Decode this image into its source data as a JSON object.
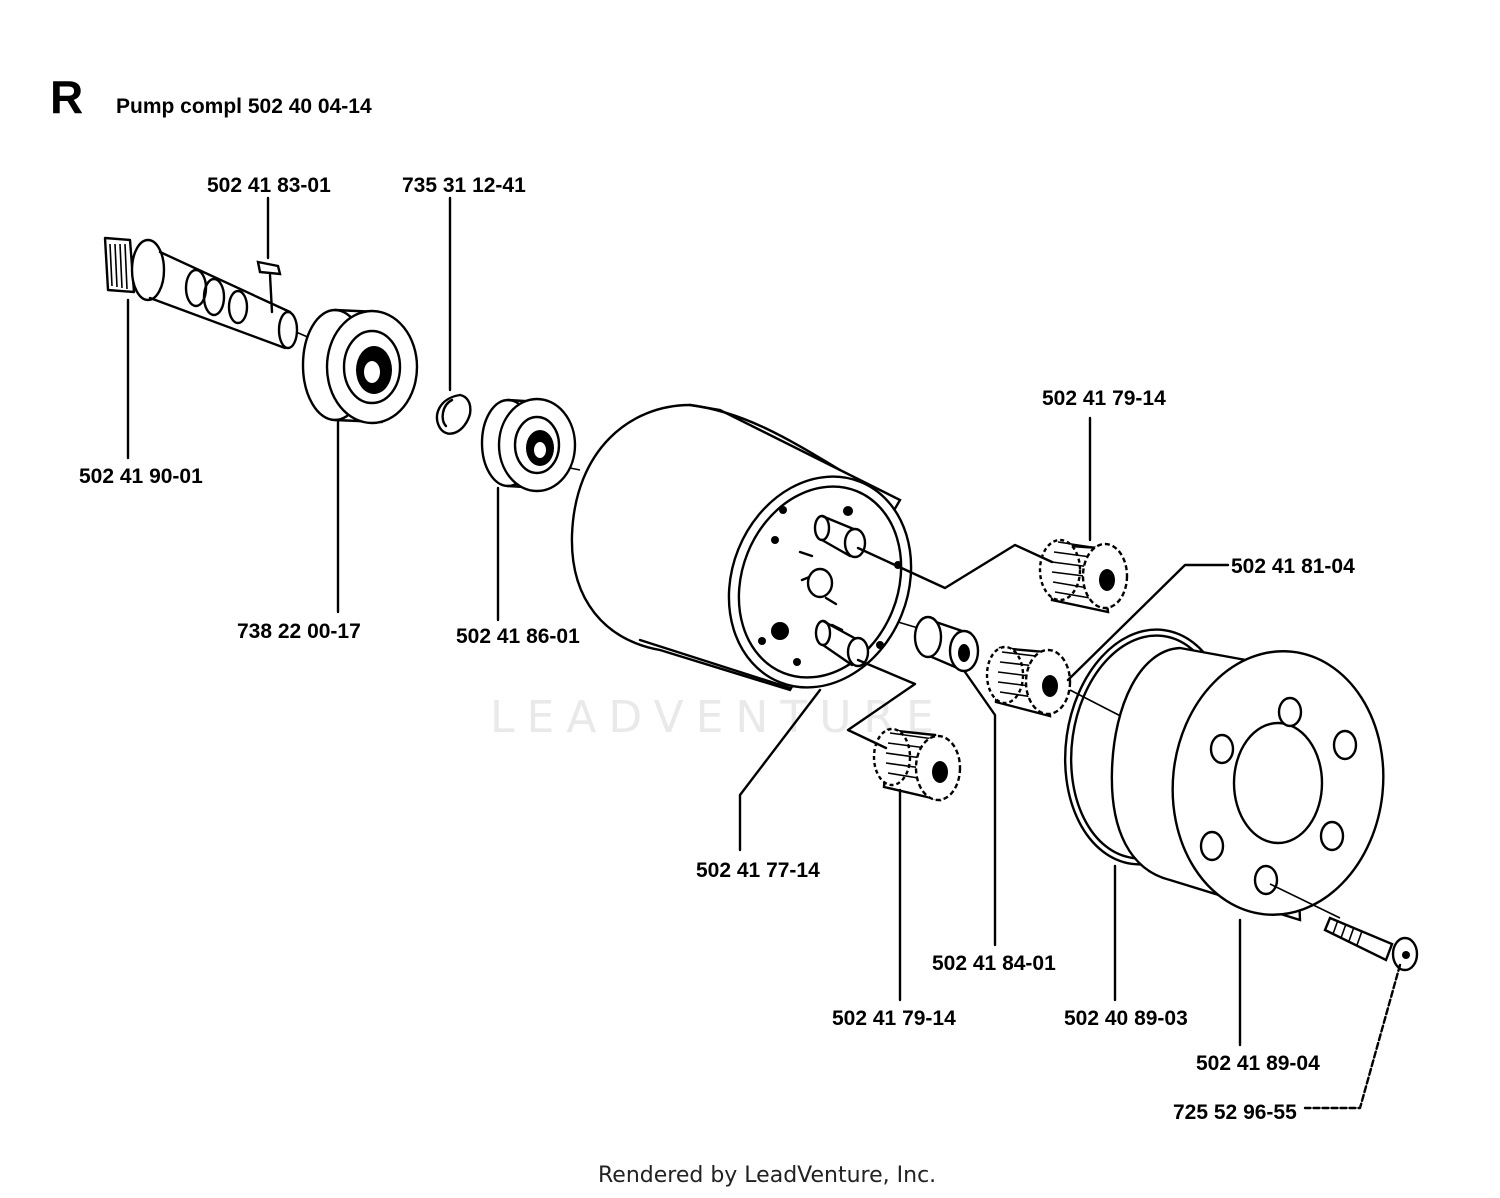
{
  "header": {
    "section_letter": "R",
    "title": "Pump  compl 502 40 04-14"
  },
  "watermark": "LEADVENTURE",
  "footer": "Rendered by LeadVenture, Inc.",
  "parts": [
    {
      "id": "shaft",
      "number": "502 41 90-01"
    },
    {
      "id": "key",
      "number": "502 41 83-01"
    },
    {
      "id": "ring",
      "number": "735 31 12-41"
    },
    {
      "id": "large-bearing",
      "number": "738 22 00-17"
    },
    {
      "id": "small-bearing",
      "number": "502 41 86-01"
    },
    {
      "id": "gear-upper",
      "number": "502 41 79-14"
    },
    {
      "id": "pump-housing",
      "number": "502 41 77-14"
    },
    {
      "id": "gear-center",
      "number": "502 41 81-04"
    },
    {
      "id": "bushing",
      "number": "502 41 84-01"
    },
    {
      "id": "gear-lower",
      "number": "502 41 79-14"
    },
    {
      "id": "o-ring",
      "number": "502 40 89-03"
    },
    {
      "id": "cover",
      "number": "502 41 89-04"
    },
    {
      "id": "screw",
      "number": "725 52 96-55"
    }
  ]
}
